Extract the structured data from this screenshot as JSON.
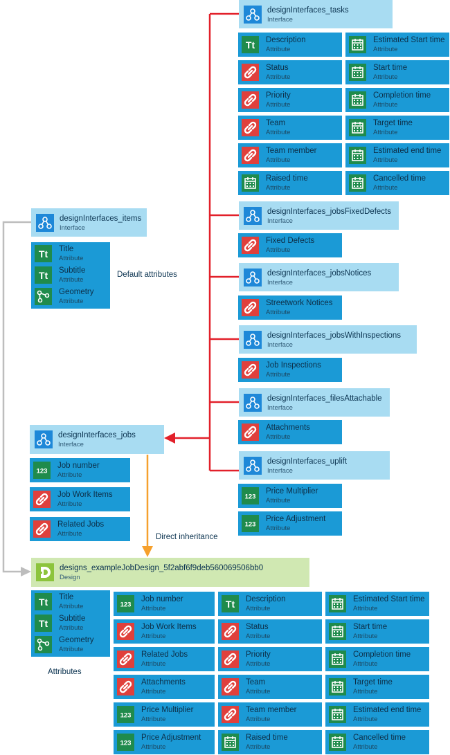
{
  "attr_type": "Attribute",
  "iface_type": "Interface",
  "design_type": "Design",
  "colors": {
    "red": "#e2202a",
    "orange": "#f6a02c",
    "grey": "#bdbdbd"
  },
  "tasks": {
    "name": "designInterfaces_tasks",
    "left": [
      "Description",
      "Status",
      "Priority",
      "Team",
      "Team member",
      "Raised time"
    ],
    "right": [
      "Estimated Start time",
      "Start time",
      "Completion time",
      "Target time",
      "Estimated end time",
      "Cancelled time"
    ]
  },
  "fixed": {
    "name": "designInterfaces_jobsFixedDefects",
    "attr": "Fixed Defects"
  },
  "notices": {
    "name": "designInterfaces_jobsNotices",
    "attr": "Streetwork Notices"
  },
  "inspections": {
    "name": "designInterfaces_jobsWithInspections",
    "attr": "Job Inspections"
  },
  "files": {
    "name": "designInterfaces_filesAttachable",
    "attr": "Attachments"
  },
  "uplift": {
    "name": "designInterfaces_uplift",
    "attrs": [
      "Price Multiplier",
      "Price Adjustment"
    ]
  },
  "items": {
    "name": "designInterfaces_items",
    "attrs": [
      "Title",
      "Subtitle",
      "Geometry"
    ],
    "label": "Default attributes"
  },
  "jobs": {
    "name": "designInterfaces_jobs",
    "attrs": [
      "Job number",
      "Job Work Items",
      "Related Jobs"
    ]
  },
  "direct_label": "Direct inheritance",
  "design": {
    "name": "designs_exampleJobDesign_5f2abf6f9deb560069506bb0",
    "default_attrs": [
      "Title",
      "Subtitle",
      "Geometry"
    ],
    "label": "Attributes",
    "col1": [
      "Job number",
      "Job Work Items",
      "Related Jobs",
      "Attachments",
      "Price Multiplier",
      "Price Adjustment"
    ],
    "col2": [
      "Description",
      "Status",
      "Priority",
      "Team",
      "Team member",
      "Raised time"
    ],
    "col3": [
      "Estimated Start time",
      "Start time",
      "Completion time",
      "Target time",
      "Estimated end time",
      "Cancelled time"
    ]
  }
}
